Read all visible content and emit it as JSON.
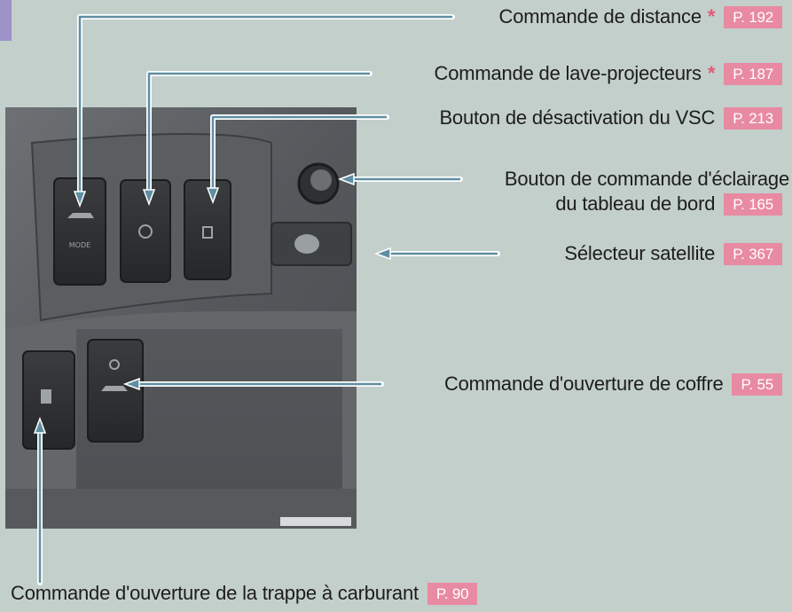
{
  "callouts": [
    {
      "id": "distance",
      "text": "Commande de distance",
      "asterisk": "*",
      "page": "P. 192"
    },
    {
      "id": "headlamp-cleaner",
      "text": "Commande de lave-projecteurs",
      "asterisk": "*",
      "page": "P. 187"
    },
    {
      "id": "vsc-off",
      "text": "Bouton de désactivation du VSC",
      "page": "P. 213"
    },
    {
      "id": "dash-light",
      "text": "Bouton de commande d'éclairage",
      "text2": "du tableau de bord",
      "page": "P. 165"
    },
    {
      "id": "satellite",
      "text": "Sélecteur satellite",
      "page": "P. 367"
    },
    {
      "id": "trunk",
      "text": "Commande d'ouverture de coffre",
      "page": "P. 55"
    },
    {
      "id": "fuel-door",
      "text": "Commande d'ouverture de la trappe à carburant",
      "page": "P. 90"
    }
  ],
  "colors": {
    "background": "#c3cfcb",
    "page_tag": "#e88aa2",
    "asterisk": "#e2597a",
    "leader_line": "#5f8ea1"
  }
}
